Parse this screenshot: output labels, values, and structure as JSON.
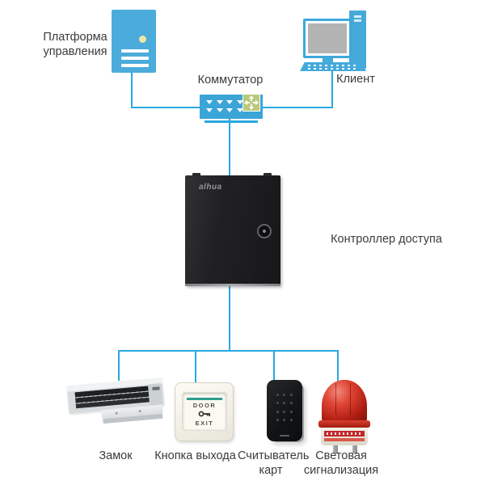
{
  "diagram_title": "Dahua access control system topology",
  "colors": {
    "connector_line": "#29A8E0",
    "icon_blue": "#45AADA",
    "switch_module_green": "#B9C97B",
    "controller_black": "#1c1c1e",
    "beacon_red": "#C3272B"
  },
  "nodes": {
    "platform": {
      "label": "Платформа\nуправления"
    },
    "switch": {
      "label": "Коммутатор"
    },
    "client": {
      "label": "Клиент"
    },
    "controller": {
      "label": "Контроллер доступа",
      "logo": "alhua"
    },
    "lock": {
      "label": "Замок"
    },
    "exit_button": {
      "label": "Кнопка выхода",
      "plate_line1": "DOOR",
      "plate_line2": "EXIT"
    },
    "card_reader": {
      "label": "Считыватель\nкарт"
    },
    "beacon": {
      "label": "Световая\nсигнализация"
    }
  }
}
